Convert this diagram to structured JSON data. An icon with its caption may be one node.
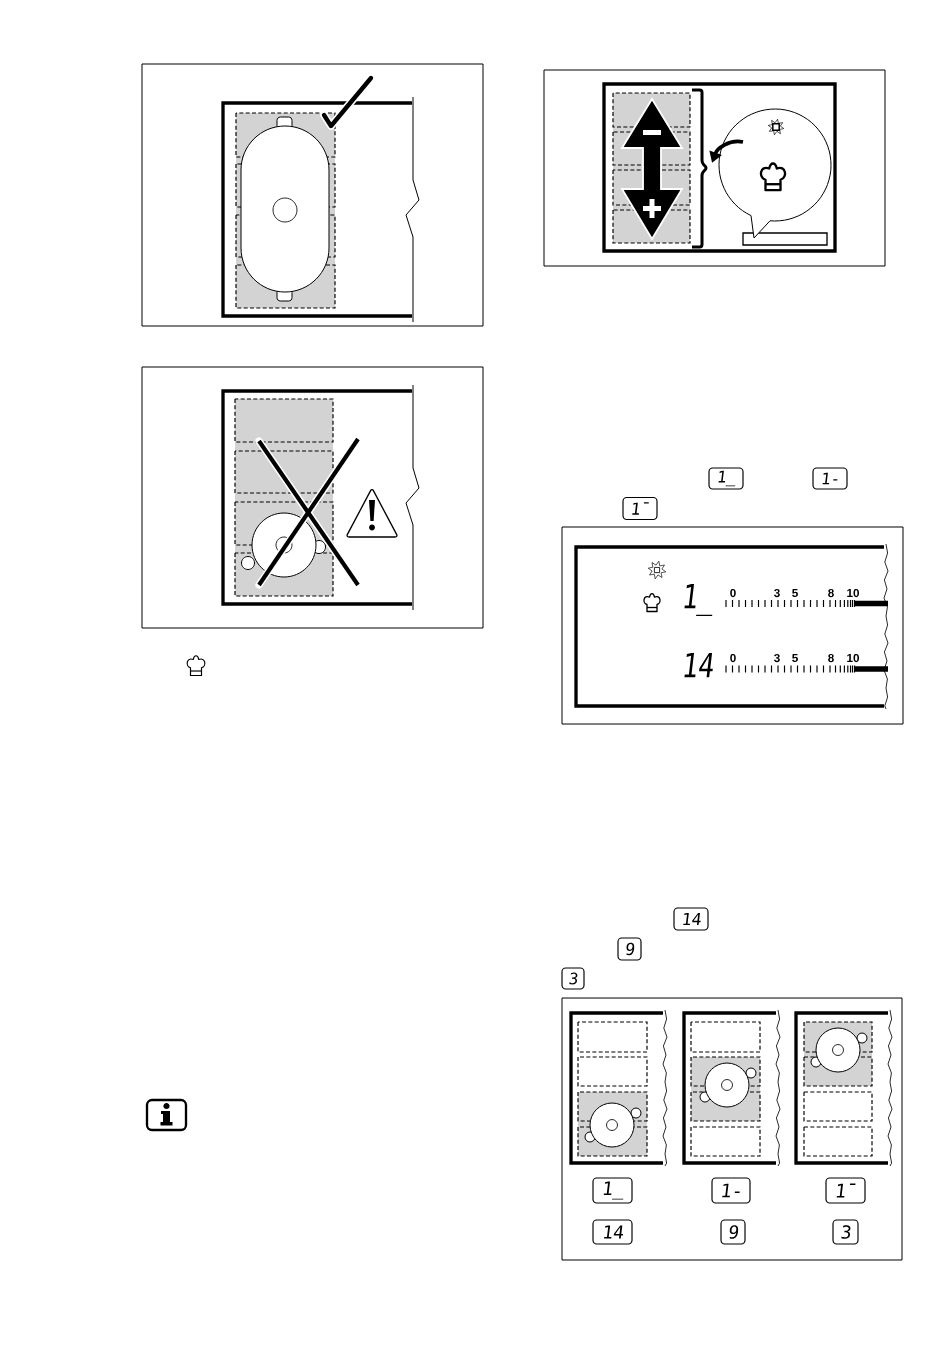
{
  "diagram": {
    "nodes": [
      {
        "text": [
          "1_"
        ]
      },
      {
        "text": [
          "1-"
        ]
      },
      {
        "text": [
          "1¯"
        ]
      },
      {
        "text": [
          "14"
        ]
      },
      {
        "text": [
          "9"
        ]
      },
      {
        "text": [
          "3"
        ]
      },
      {
        "text": [
          "1_"
        ]
      },
      {
        "text": [
          "1-"
        ]
      },
      {
        "text": [
          "1¯"
        ]
      },
      {
        "text": [
          "14"
        ]
      },
      {
        "text": [
          "9"
        ]
      },
      {
        "text": [
          "3"
        ]
      }
    ],
    "labels": [
      "1_",
      "0",
      "3",
      "5",
      "8",
      "10",
      "14",
      "0",
      "3",
      "5",
      "8",
      "10"
    ]
  }
}
